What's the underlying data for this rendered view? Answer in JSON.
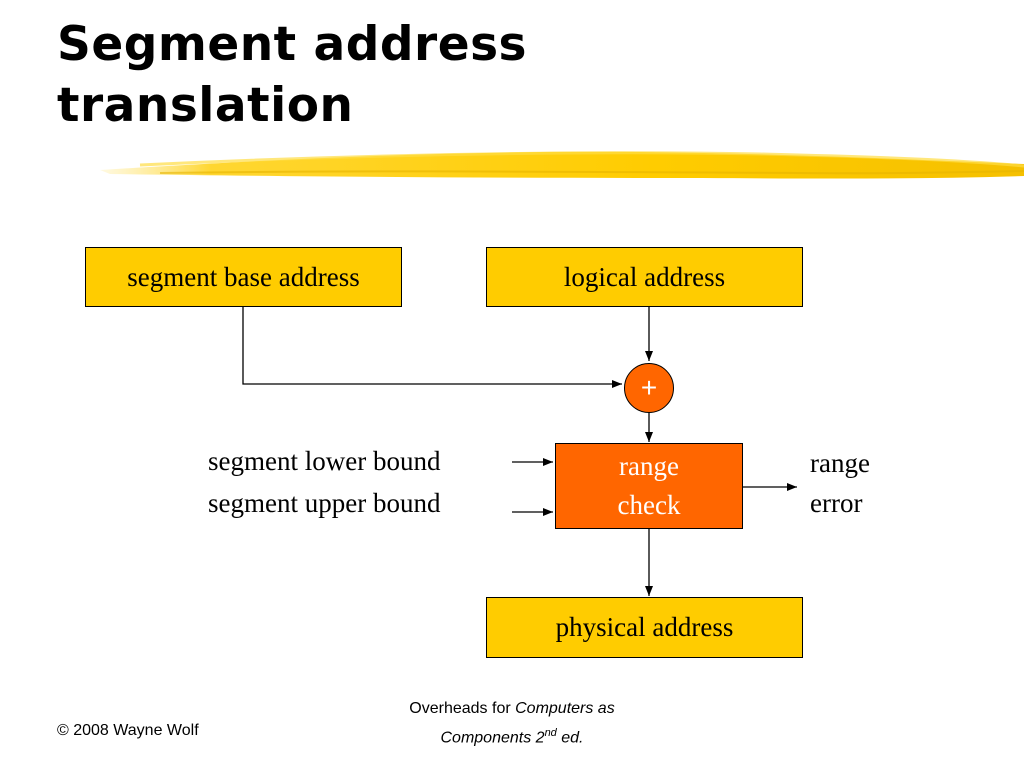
{
  "slide": {
    "title_line1": "Segment address",
    "title_line2": "translation",
    "accent_color": "#ffcc00"
  },
  "diagram": {
    "segment_base_address": "segment base address",
    "logical_address": "logical address",
    "adder_symbol": "+",
    "range_check_line1": "range",
    "range_check_line2": "check",
    "segment_lower_bound": "segment lower bound",
    "segment_upper_bound": "segment upper bound",
    "range_error_line1": "range",
    "range_error_line2": "error",
    "physical_address": "physical address",
    "colors": {
      "box_fill": "#ffcc00",
      "range_check_fill": "#ff6600",
      "adder_fill": "#ff6600"
    }
  },
  "footer": {
    "copyright": "© 2008 Wayne Wolf",
    "overheads_prefix": "Overheads for ",
    "book_title_part1": "Computers as",
    "book_title_part2": "Components 2",
    "edition_superscript": "nd",
    "edition_suffix": " ed."
  }
}
